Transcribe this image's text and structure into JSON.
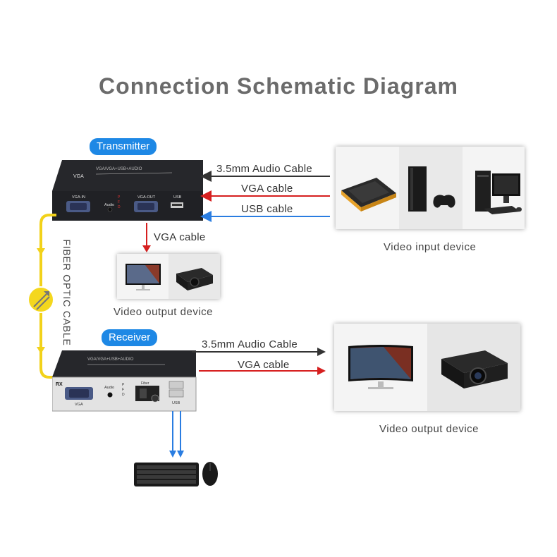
{
  "title": "Connection Schematic Diagram",
  "transmitter": {
    "label": "Transmitter",
    "top_text": "VGA/VGA+USB+AUDIO",
    "brand": "VGA",
    "ports": [
      "VGA-IN",
      "Audio",
      "VGA-OUT",
      "USB"
    ],
    "leds": [
      "P",
      "F",
      "D"
    ]
  },
  "receiver": {
    "label": "Receiver",
    "top_text": "VGA/VGA+USB+AUDIO",
    "model": "RX",
    "ports": [
      "VGA",
      "Audio",
      "Fiber",
      "USB"
    ],
    "leds": [
      "P",
      "F",
      "D"
    ]
  },
  "cables": {
    "tx_audio": "3.5mm Audio Cable",
    "tx_vga": "VGA cable",
    "tx_usb": "USB cable",
    "tx_out_vga": "VGA cable",
    "rx_audio": "3.5mm Audio Cable",
    "rx_vga": "VGA cable",
    "fiber": "FIBER OPTIC CABLE"
  },
  "captions": {
    "video_input": "Video input device",
    "tx_video_output": "Video output device",
    "rx_video_output": "Video output device"
  },
  "colors": {
    "audio": "#333333",
    "vga": "#d61f1f",
    "usb": "#2a7de1",
    "fiber": "#f2d21a",
    "pill": "#1e88e5"
  }
}
